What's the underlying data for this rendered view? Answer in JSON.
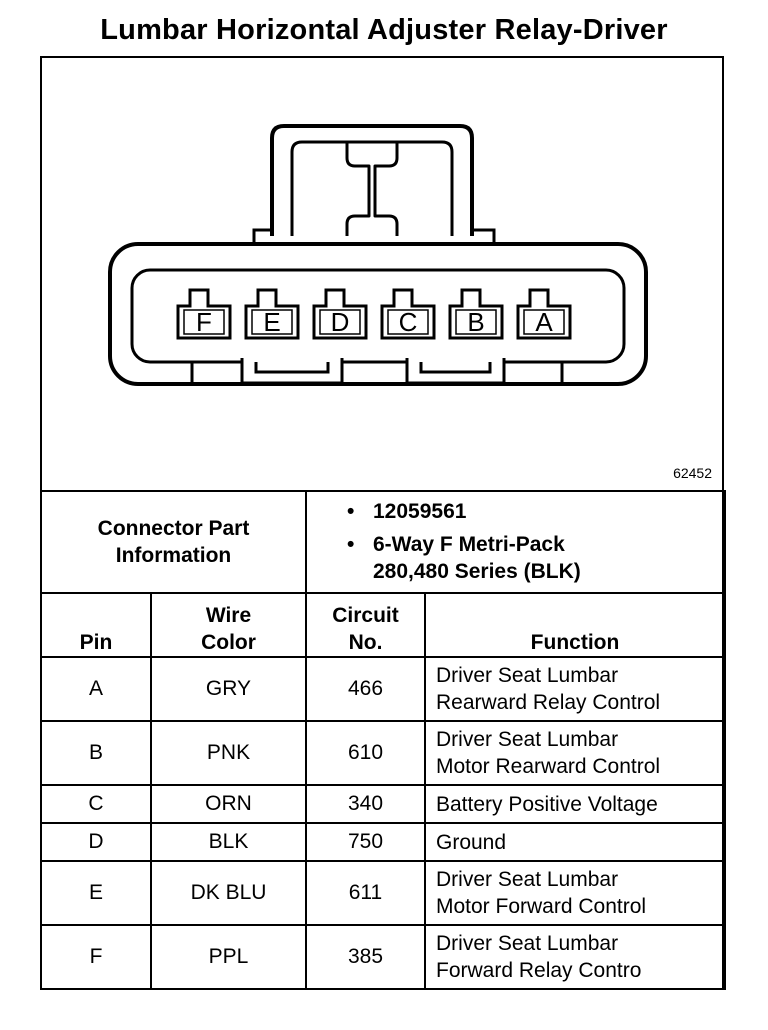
{
  "title": "Lumbar Horizontal Adjuster Relay-Driver",
  "figure_number": "62452",
  "connector": {
    "pin_letters": [
      "F",
      "E",
      "D",
      "C",
      "B",
      "A"
    ]
  },
  "connector_part_info": {
    "label_line1": "Connector Part",
    "label_line2": "Information",
    "items": [
      {
        "bullet": "•",
        "line1": "12059561",
        "line2": ""
      },
      {
        "bullet": "•",
        "line1": "6-Way F Metri-Pack",
        "line2": "280,480 Series (BLK)"
      }
    ]
  },
  "table": {
    "headers": {
      "pin": "Pin",
      "wire_color_1": "Wire",
      "wire_color_2": "Color",
      "circuit_1": "Circuit",
      "circuit_2": "No.",
      "function": "Function"
    },
    "rows": [
      {
        "pin": "A",
        "color": "GRY",
        "circuit": "466",
        "f1": "Driver Seat Lumbar",
        "f2": "Rearward Relay Control"
      },
      {
        "pin": "B",
        "color": "PNK",
        "circuit": "610",
        "f1": "Driver Seat Lumbar",
        "f2": "Motor Rearward Control"
      },
      {
        "pin": "C",
        "color": "ORN",
        "circuit": "340",
        "f1": "Battery Positive Voltage",
        "f2": ""
      },
      {
        "pin": "D",
        "color": "BLK",
        "circuit": "750",
        "f1": "Ground",
        "f2": ""
      },
      {
        "pin": "E",
        "color": "DK BLU",
        "circuit": "611",
        "f1": "Driver Seat Lumbar",
        "f2": "Motor Forward Control"
      },
      {
        "pin": "F",
        "color": "PPL",
        "circuit": "385",
        "f1": "Driver Seat Lumbar",
        "f2": "Forward Relay Contro"
      }
    ]
  }
}
